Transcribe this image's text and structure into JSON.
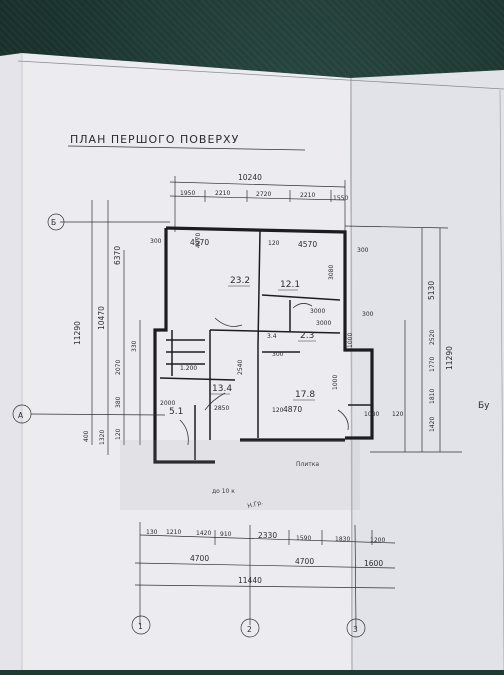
{
  "plan": {
    "title": "ПЛАН ПЕРШОГО ПОВЕРХУ",
    "top_dims": {
      "total": "10240",
      "segments": [
        "1950",
        "2210",
        "2720",
        "2210",
        "1550"
      ],
      "wall_left": "300",
      "room_left": "4570",
      "wall_mid": "120",
      "room_right": "4570",
      "wall_right": "300"
    },
    "left_dims": {
      "outer": "11290",
      "second": "6370",
      "third": "10470",
      "inner_a": "2070",
      "inner_b": "330",
      "inner_c": "380",
      "inner_d": "1320",
      "inner_e": "120",
      "inner_f": "400"
    },
    "right_dims": {
      "outer": "11290",
      "upper": "5130",
      "mid_a": "2520",
      "mid_b": "1770",
      "mid_c": "1810",
      "bottom": "1420"
    },
    "rooms": {
      "r1_area": "23.2",
      "r1_height": "4070",
      "r2_area": "12.1",
      "r2_dim_a": "3000",
      "r2_dim_b": "3000",
      "r3_area": "2.3",
      "r3_label": "3.4",
      "r4_area": "17.8",
      "r4_width": "4870",
      "r4_left": "120",
      "r4_right": "1080",
      "r4_right2": "120",
      "r5_area": "13.4",
      "r5_dim": "2850",
      "r5_height": "2540",
      "r6_area": "5.1",
      "r6_dim": "2000",
      "stair_dim": "1.200",
      "misc_a": "300",
      "misc_b": "1000",
      "r2_height": "3080",
      "r3_small": "300",
      "r4_height": "1000"
    },
    "bottom_dims": {
      "segments_a": [
        "130",
        "1210",
        "1420",
        "910",
        "2330",
        "1590",
        "1830",
        "1200"
      ],
      "segments_b": [
        "4700",
        "4700",
        "1600"
      ],
      "total": "11440",
      "note_a": "до 10 к",
      "note_b": "Н.Гр.",
      "note_c": "Плитка"
    },
    "axes": {
      "a": "А",
      "b": "Б",
      "n1": "1",
      "n2": "2",
      "n3": "3"
    },
    "margin_note": "Бу"
  }
}
